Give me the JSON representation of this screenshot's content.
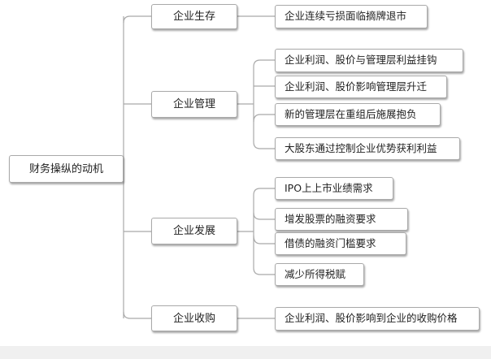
{
  "root": {
    "label": "财务操纵的动机"
  },
  "branches": [
    {
      "label": "企业生存",
      "children": [
        "企业连续亏损面临摘牌退市"
      ]
    },
    {
      "label": "企业管理",
      "children": [
        "企业利润、股价与管理层利益挂钩",
        "企业利润、股价影响管理层升迁",
        "新的管理层在重组后施展抱负",
        "大股东通过控制企业优势获利利益"
      ]
    },
    {
      "label": "企业发展",
      "children": [
        "IPO上上市业绩需求",
        "增发股票的融资要求",
        "借债的融资门槛要求",
        "减少所得税赋"
      ]
    },
    {
      "label": "企业收购",
      "children": [
        "企业利润、股价影响到企业的收购价格"
      ]
    }
  ]
}
